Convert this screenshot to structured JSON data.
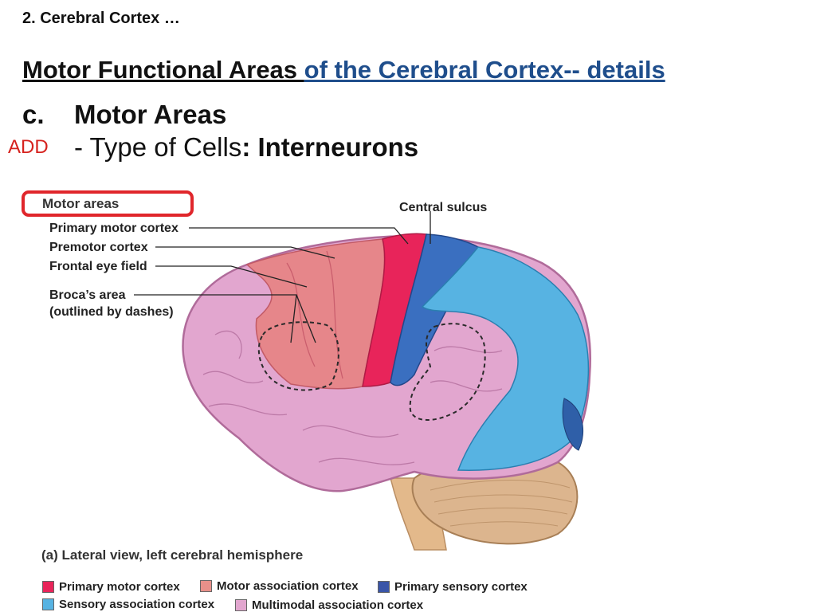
{
  "breadcrumb": "2.  Cerebral Cortex …",
  "title": {
    "part1": "Motor Functional Areas ",
    "part2": "of the Cerebral Cortex-- details"
  },
  "subheading": {
    "letter": "c.",
    "text": "Motor Areas"
  },
  "note": "ADD",
  "cells_line": {
    "prefix": "- Type of Cells",
    "bold": ": Interneurons"
  },
  "figure": {
    "box_title": "Motor areas",
    "labels": {
      "central_sulcus": "Central sulcus",
      "primary_motor_cortex": "Primary motor cortex",
      "premotor_cortex": "Premotor cortex",
      "frontal_eye_field": "Frontal eye field",
      "broca_line1": "Broca’s area",
      "broca_line2": "(outlined by dashes)"
    },
    "caption": "(a) Lateral view, left cerebral hemisphere",
    "legend": [
      {
        "label": "Primary motor cortex",
        "color": "#e8245a"
      },
      {
        "label": "Motor association cortex",
        "color": "#e8908a"
      },
      {
        "label": "Primary sensory cortex",
        "color": "#3a55a8"
      },
      {
        "label": "Sensory association cortex",
        "color": "#57b3e2"
      },
      {
        "label": "Multimodal association cortex",
        "color": "#e2a6cf"
      }
    ],
    "colors": {
      "highlight_box": "#e0262b",
      "multimodal": "#e2a6cf",
      "premotor": "#e6868a",
      "primary_motor": "#e8245a",
      "primary_sensory": "#3a6fc0",
      "sensory_assoc": "#57b3e2",
      "cerebellum": "#dcb58e",
      "brainstem": "#e3b98b"
    }
  }
}
